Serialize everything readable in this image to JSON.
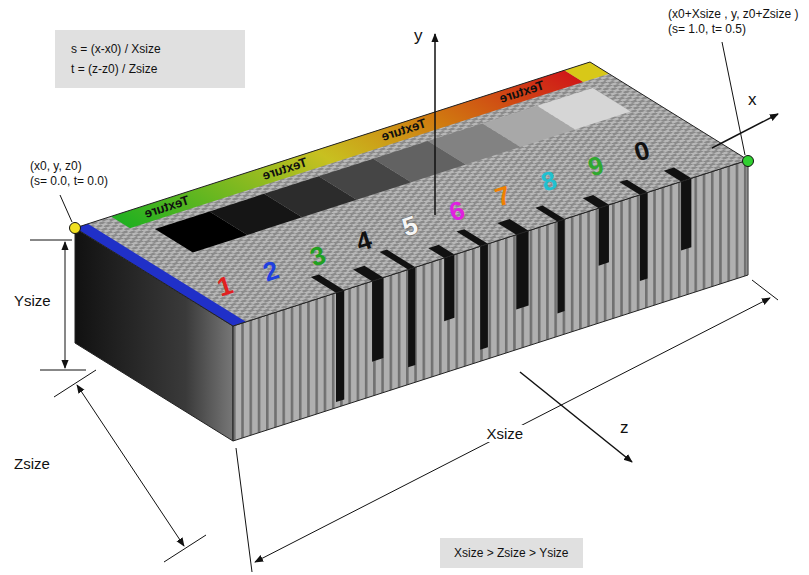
{
  "diagram": {
    "nodes": [
      {
        "text": [
          "s = (x-x0) / Xsize",
          "t = (z-z0) / Zsize"
        ]
      },
      {
        "text": [
          "Xsize > Zsize > Ysize"
        ]
      }
    ],
    "labels": [
      "(x0+Xsize , y, z0+Zsize )",
      "(s= 1.0, t= 0.5)",
      "(x0, y, z0)",
      "(s= 0.0, t= 0.0)",
      "y",
      "x",
      "z",
      "Ysize",
      "Zsize",
      "Xsize",
      "Texture",
      "Texture",
      "Texture",
      "Texture",
      "1",
      "2",
      "3",
      "4",
      "5",
      "6",
      "7",
      "8",
      "9",
      "0"
    ]
  }
}
